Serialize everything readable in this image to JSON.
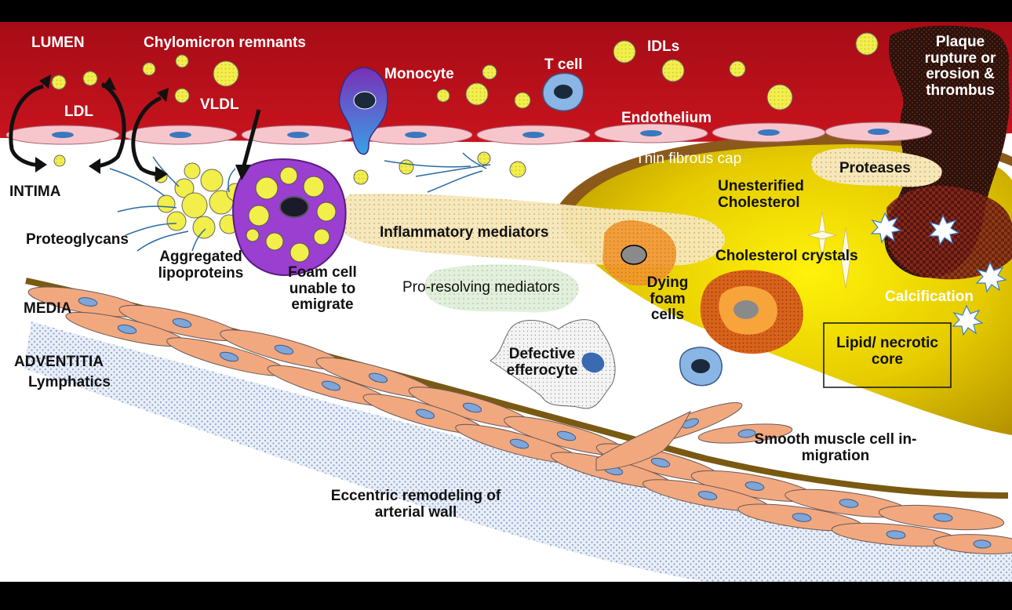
{
  "colors": {
    "lumen": "#b0101a",
    "lumen_dark": "#7a0008",
    "intima": "#ffffff",
    "endothelium": "#f6c6cc",
    "lipoprotein": "#f2ee4a",
    "smooth_muscle": "#f2a87e",
    "nucleus": "#7fa6d8",
    "core": "#c9a800",
    "cap": "#8b5a1a",
    "foam_cell": "#9b3fd1",
    "thrombus": "#3a1a12"
  },
  "labels": {
    "lumen": "LUMEN",
    "chylomicron": "Chylomicron remnants",
    "idls": "IDLs",
    "plaque_rupture": "Plaque rupture or erosion & thrombus",
    "ldl": "LDL",
    "vldl": "VLDL",
    "monocyte": "Monocyte",
    "tcell": "T cell",
    "endothelium": "Endothelium",
    "thin_cap": "Thin fibrous cap",
    "proteases": "Proteases",
    "intima": "INTIMA",
    "unesterified": "Unesterified Cholesterol",
    "proteoglycans": "Proteoglycans",
    "aggregated": "Aggregated lipoproteins",
    "foam_cell": "Foam cell unable to emigrate",
    "inflammatory": "Inflammatory mediators",
    "cholesterol_crystals": "Cholesterol crystals",
    "pro_resolving": "Pro-resolving mediators",
    "dying_foam": "Dying foam cells",
    "calcification": "Calcification",
    "media": "MEDIA",
    "adventitia": "ADVENTITIA",
    "lymphatics": "Lymphatics",
    "defective_efferocyte": "Defective efferocyte",
    "lipid_core": "Lipid/ necrotic core",
    "smc_migration": "Smooth muscle cell in-migration",
    "eccentric": "Eccentric remodeling of arterial wall"
  },
  "icons": [
    "lipoprotein-particle-icon",
    "monocyte-icon",
    "t-cell-icon",
    "foam-cell-icon",
    "efferocyte-icon",
    "crystal-icon",
    "calcification-star-icon",
    "thrombus-icon",
    "curved-arrow-icon"
  ]
}
